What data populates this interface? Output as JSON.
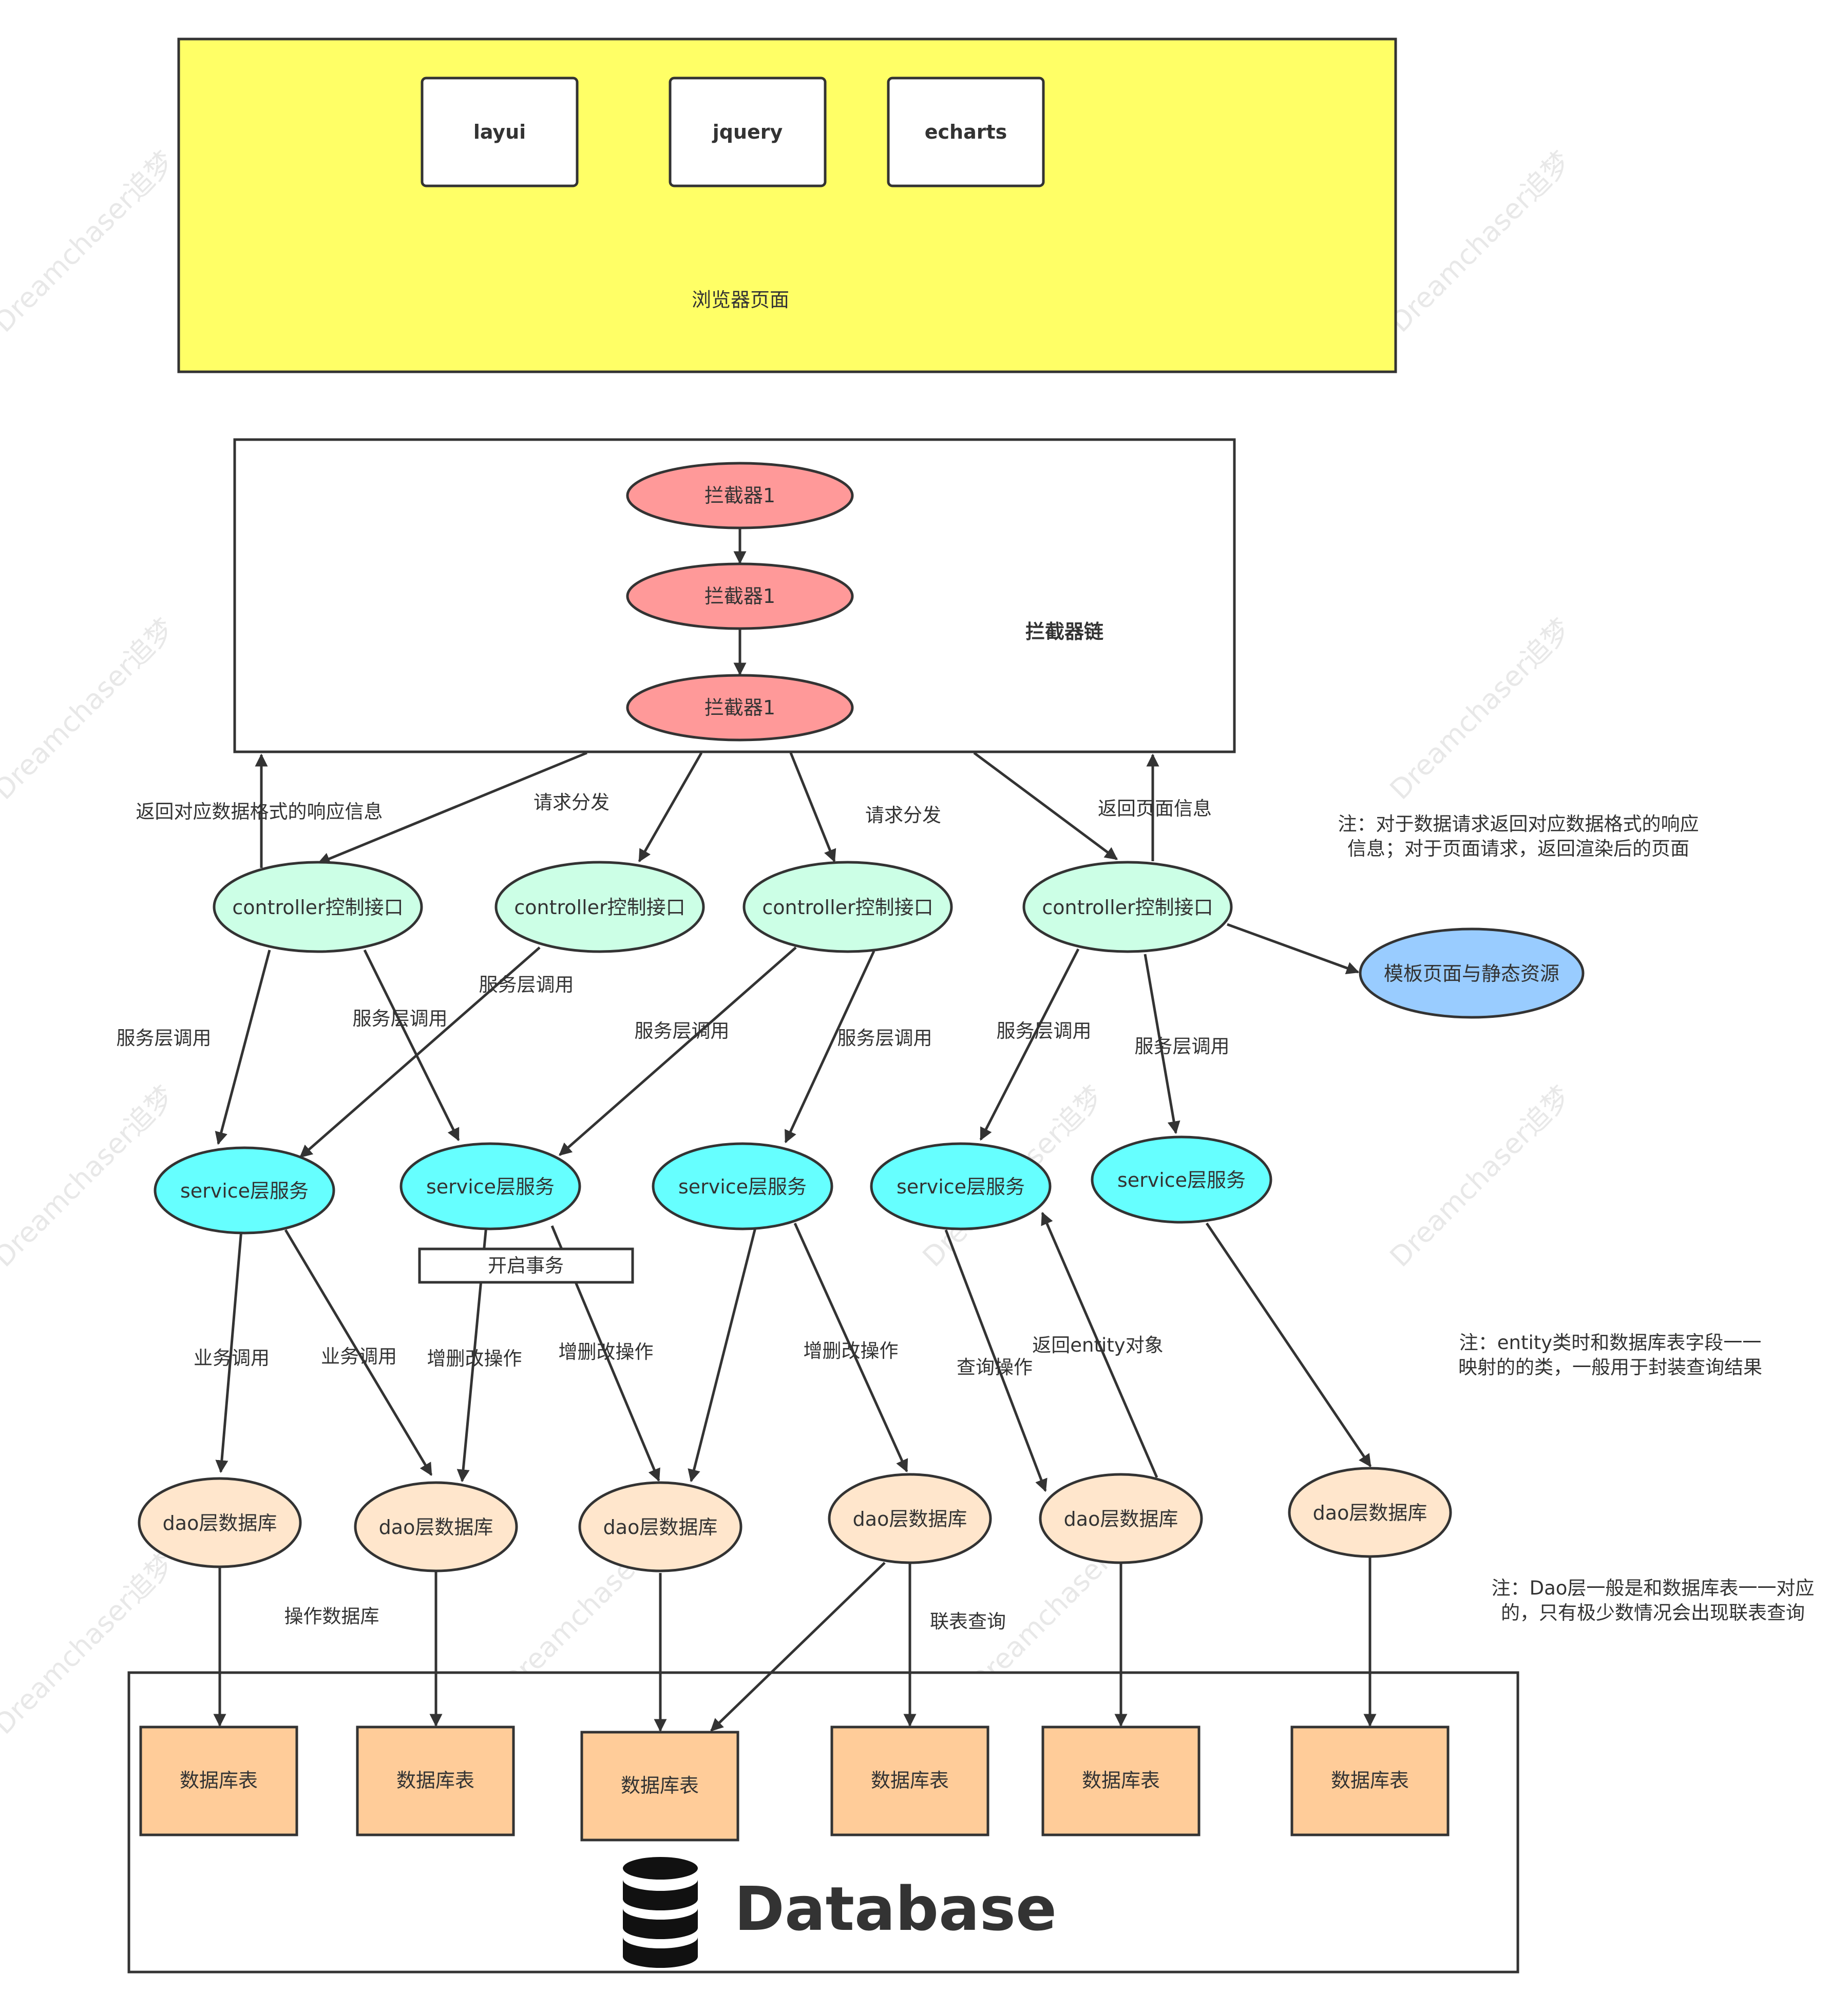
{
  "browser": {
    "title": "浏览器页面",
    "libs": [
      "layui",
      "jquery",
      "echarts"
    ],
    "fill": "#ffff66"
  },
  "interceptor_chain": {
    "title": "拦截器链",
    "interceptors": [
      "拦截器1",
      "拦截器1",
      "拦截器1"
    ],
    "fill": "#ff9999"
  },
  "controllers": [
    "controller控制接口",
    "controller控制接口",
    "controller控制接口",
    "controller控制接口"
  ],
  "template": "模板页面与静态资源",
  "services": [
    "service层服务",
    "service层服务",
    "service层服务",
    "service层服务",
    "service层服务"
  ],
  "daos": [
    "dao层数据库",
    "dao层数据库",
    "dao层数据库",
    "dao层数据库",
    "dao层数据库",
    "dao层数据库"
  ],
  "tables": [
    "数据库表",
    "数据库表",
    "数据库表",
    "数据库表",
    "数据库表",
    "数据库表"
  ],
  "database": {
    "title": "Database",
    "icon": "database-icon"
  },
  "transaction": "开启事务",
  "edge_labels": {
    "return_data": "返回对应数据格式的响应信息",
    "dispatch_1": "请求分发",
    "dispatch_2": "请求分发",
    "return_page": "返回页面信息",
    "svc_call_1": "服务层调用",
    "svc_call_2": "服务层调用",
    "svc_call_3": "服务层调用",
    "svc_call_4": "服务层调用",
    "svc_call_5": "服务层调用",
    "svc_call_6": "服务层调用",
    "svc_call_7": "服务层调用",
    "biz_call_1": "业务调用",
    "biz_call_2": "业务调用",
    "crud_1": "增删改操作",
    "crud_2": "增删改操作",
    "crud_3": "增删改操作",
    "query": "查询操作",
    "return_entity": "返回entity对象",
    "op_db": "操作数据库",
    "join_query": "联表查询"
  },
  "notes": {
    "note1": [
      "注：对于数据请求返回对应数据格式的响应",
      "信息；对于页面请求，返回渲染后的页面"
    ],
    "note2": [
      "注：entity类时和数据库表字段一一",
      "映射的的类，一般用于封装查询结果"
    ],
    "note3": [
      "注：Dao层一般是和数据库表一一对应",
      "的，只有极少数情况会出现联表查询"
    ]
  },
  "watermark": "Dreamchaser追梦",
  "colors": {
    "controller": "#ccffe6",
    "service": "#66ffff",
    "dao": "#ffe6cc",
    "table": "#ffcc99",
    "template": "#99ccff",
    "stroke": "#333333"
  }
}
